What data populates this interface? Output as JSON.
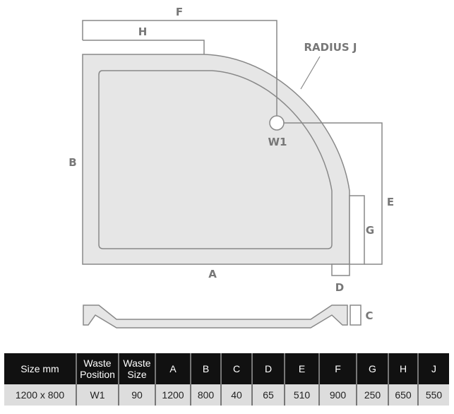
{
  "diagram": {
    "labels": {
      "F": "F",
      "H": "H",
      "radius": "RADIUS J",
      "waste": "W1",
      "B": "B",
      "A": "A",
      "E": "E",
      "G": "G",
      "D": "D",
      "C": "C"
    }
  },
  "table": {
    "headers": [
      "Size mm",
      "Waste Position",
      "Waste Size",
      "A",
      "B",
      "C",
      "D",
      "E",
      "F",
      "G",
      "H",
      "J"
    ],
    "row": [
      "1200 x 800",
      "W1",
      "90",
      "1200",
      "800",
      "40",
      "65",
      "510",
      "900",
      "250",
      "650",
      "550"
    ]
  }
}
